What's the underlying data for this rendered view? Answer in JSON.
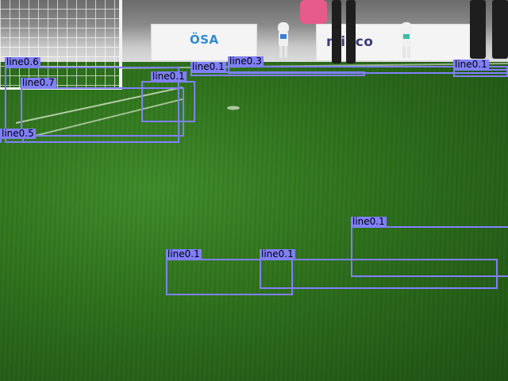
{
  "scene": {
    "banner_left_text": "ÖSA",
    "banner_right_text": "mioco",
    "accent_color": "#2f8bd1",
    "robot_accent_left": "#3a7fd5",
    "robot_accent_right": "#3fb9a5"
  },
  "overlay": {
    "box_color": "#8080ff",
    "detections": [
      {
        "label": "line0.6"
      },
      {
        "label": "line0.7"
      },
      {
        "label": "line0.5"
      },
      {
        "label": "line0.1"
      },
      {
        "label": "line0.1"
      },
      {
        "label": "line0.3"
      },
      {
        "label": "line0.1"
      },
      {
        "label": "line0.1"
      },
      {
        "label": "line0.1"
      },
      {
        "label": "line0.1"
      }
    ]
  }
}
